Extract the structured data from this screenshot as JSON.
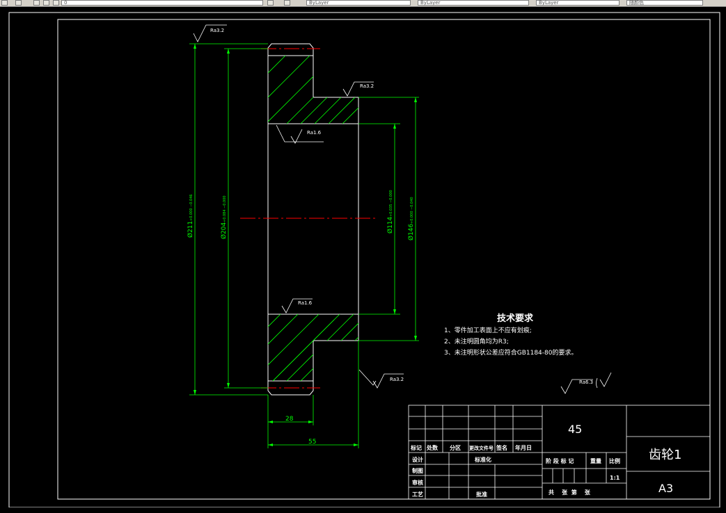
{
  "toolbar": {
    "layer_value": "0",
    "color_combo": "ByLayer",
    "linetype_combo": "ByLayer",
    "lineweight_combo": "ByLayer",
    "plotstyle_combo": "随颜色"
  },
  "roughness": {
    "top_left": "Ra3.2",
    "right_top": "Ra3.2",
    "bore_top": "Ra1.6",
    "bore_bottom": "Ra1.6",
    "right_bottom": "Ra3.2",
    "other": "Ra6.3"
  },
  "dimensions": {
    "d_outer": "Ø211",
    "d_outer_tol": "+0.000 −0.046",
    "d_root": "Ø204",
    "d_root_tol": "+0.084 −0.000",
    "d_bore": "Ø114",
    "d_bore_tol": "+0.035 −0.000",
    "d_hub": "Ø146",
    "d_hub_tol": "+0.000 −0.040",
    "width_rim": "28",
    "width_total": "55"
  },
  "notes": {
    "title": "技术要求",
    "items": [
      "1、零件加工表面上不应有划痕;",
      "2、未注明圆角均为R3;",
      "3、未注明形状公差应符合GB1184-80的要求。"
    ]
  },
  "title_block": {
    "material": "45",
    "part_name": "齿轮1",
    "sheet_size": "A3",
    "scale": "1:1",
    "labels": {
      "mark": "标记",
      "count": "处数",
      "zone": "分区",
      "change_doc": "更改文件号",
      "sign": "签名",
      "date": "年月日",
      "design": "设计",
      "standardize": "标准化",
      "drawing": "制图",
      "review": "审核",
      "process": "工艺",
      "approve": "批准",
      "stage_mark": "阶 段 标 记",
      "weight": "重量",
      "ratio": "比例",
      "sheets": "共    张  第    张"
    }
  },
  "colors": {
    "outline": "#ffffff",
    "dimension": "#00ff00",
    "centerline": "#ff0000",
    "hatch": "#00ff00"
  }
}
